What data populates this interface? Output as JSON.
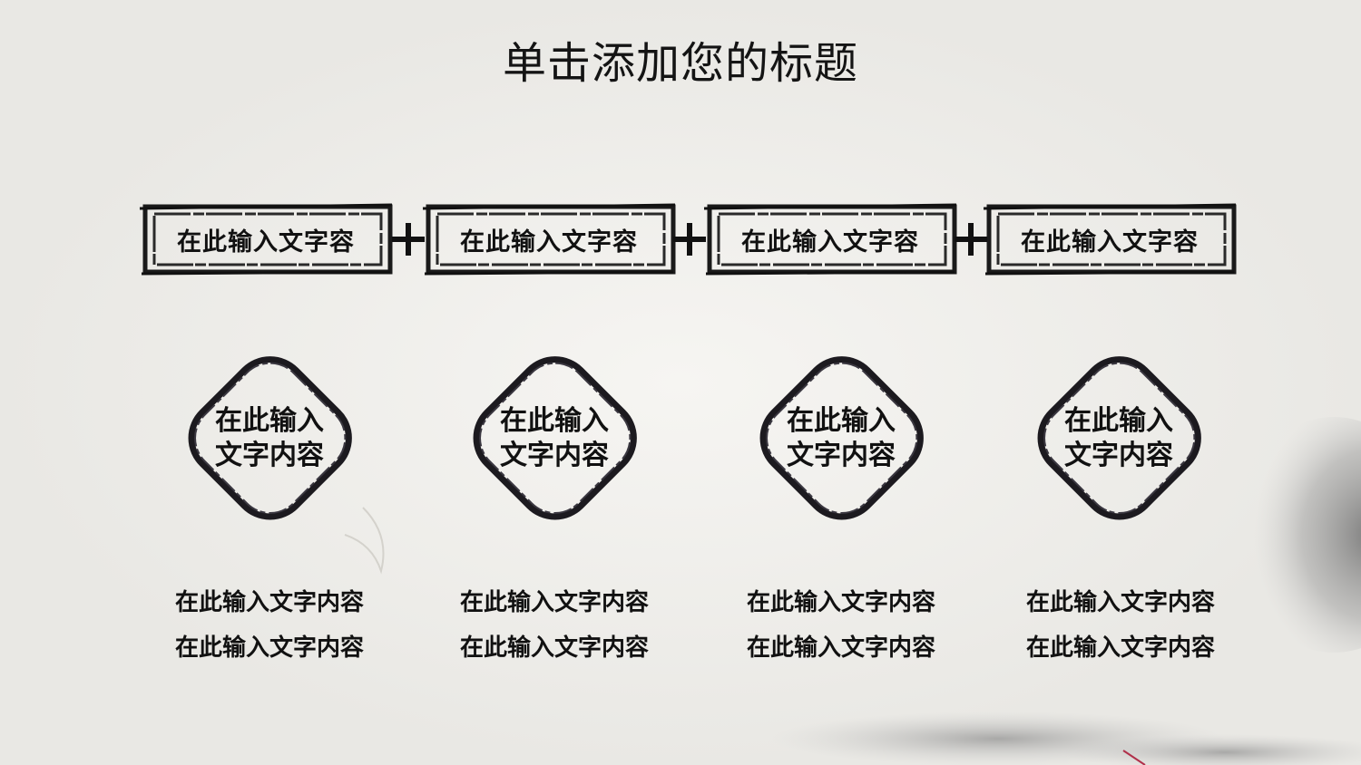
{
  "title": "单击添加您的标题",
  "boxes": [
    {
      "label": "在此输入文字容"
    },
    {
      "label": "在此输入文字容"
    },
    {
      "label": "在此输入文字容"
    },
    {
      "label": "在此输入文字容"
    }
  ],
  "diamonds": [
    {
      "line1": "在此输入",
      "line2": "文字内容"
    },
    {
      "line1": "在此输入",
      "line2": "文字内容"
    },
    {
      "line1": "在此输入",
      "line2": "文字内容"
    },
    {
      "line1": "在此输入",
      "line2": "文字内容"
    }
  ],
  "descriptions": [
    {
      "line1": "在此输入文字内容",
      "line2": "在此输入文字内容"
    },
    {
      "line1": "在此输入文字内容",
      "line2": "在此输入文字内容"
    },
    {
      "line1": "在此输入文字内容",
      "line2": "在此输入文字内容"
    },
    {
      "line1": "在此输入文字内容",
      "line2": "在此输入文字内容"
    }
  ],
  "colors": {
    "ink": "#111111",
    "paper": "#efeeeb"
  },
  "icons": [
    "plus-icon",
    "ink-brush-frame-icon",
    "ink-diamond-frame-icon"
  ]
}
